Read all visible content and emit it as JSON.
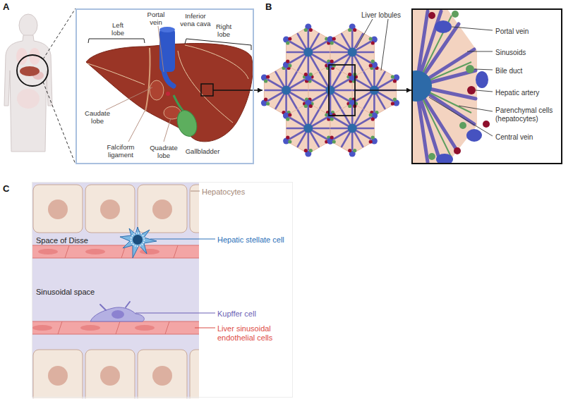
{
  "diagram": {
    "nodes": [
      {
        "text": [
          "Left lobe",
          "Portal vein",
          "Inferior vena cava",
          "Right lobe",
          "Caudate lobe",
          "Falciform ligament",
          "Quadrate lobe",
          "Gallbladder"
        ]
      },
      {
        "text": [
          "Liver lobules"
        ]
      },
      {
        "text": [
          "Portal vein",
          "Sinusoids",
          "Bile duct",
          "Hepatic artery",
          "Parenchymal cells (hepatocytes)",
          "Central vein"
        ]
      },
      {
        "text": [
          "Hepatocytes",
          "Space of Disse",
          "Hepatic stellate cell",
          "Sinusoidal space",
          "Kupffer cell",
          "Liver sinusoidal endothelial cells"
        ]
      }
    ],
    "edges": [
      {
        "from": 0,
        "to": 1,
        "arrow": "to"
      },
      {
        "from": 1,
        "to": 2,
        "arrow": "to"
      }
    ],
    "labels": [
      "A",
      "B",
      "C"
    ]
  }
}
